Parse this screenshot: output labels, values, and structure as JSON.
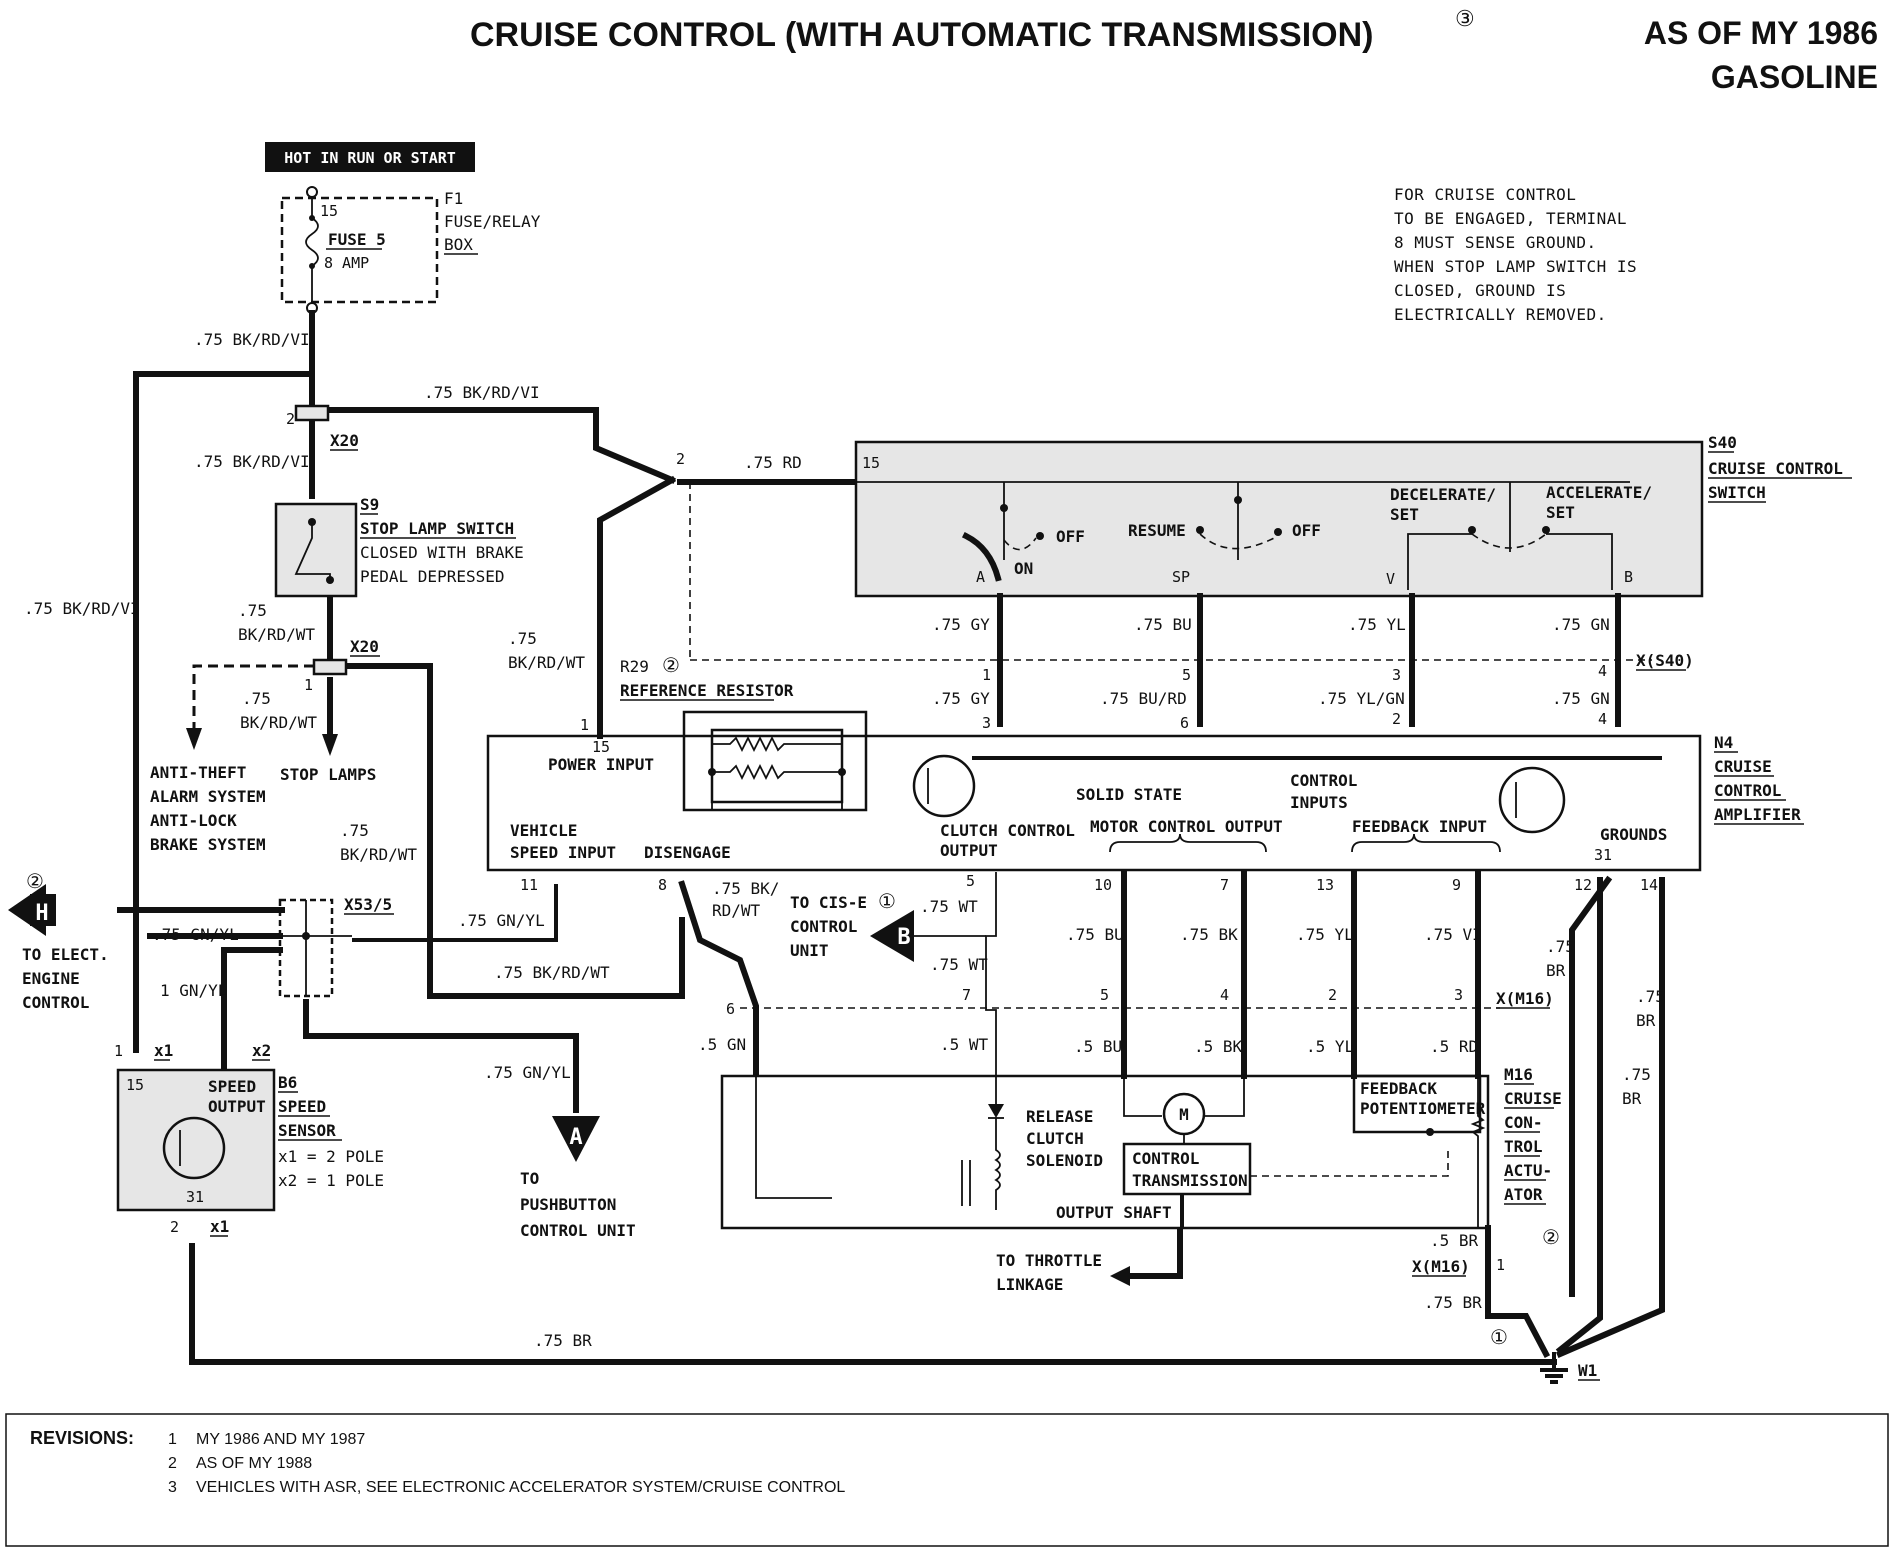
{
  "header": {
    "title": "CRUISE CONTROL (WITH AUTOMATIC TRANSMISSION)",
    "title_note": "③",
    "model_year": "AS OF MY 1986",
    "engine": "GASOLINE"
  },
  "power": {
    "hot_label": "HOT IN RUN OR START",
    "fuse_terminal": "15",
    "fuse_name": "FUSE 5",
    "fuse_rating": "8 AMP",
    "f1_code": "F1",
    "f1_name1": "FUSE/RELAY",
    "f1_name2": "BOX"
  },
  "note": {
    "lines": [
      "FOR CRUISE CONTROL",
      "TO BE ENGAGED, TERMINAL",
      "8 MUST SENSE GROUND.",
      "WHEN STOP LAMP SWITCH IS",
      "CLOSED, GROUND IS",
      "ELECTRICALLY REMOVED."
    ]
  },
  "wires": {
    "w_bkrdvi_top": ".75 BK/RD/VI",
    "w_bkrdvi_right": ".75 BK/RD/VI",
    "w_bkrdvi_down": ".75 BK/RD/VI",
    "w_bkrdvi_left": ".75 BK/RD/VI",
    "w_rd": ".75 RD",
    "w_bkrdwt_1a": ".75",
    "w_bkrdwt_1b": "BK/RD/WT",
    "w_bkrdwt_2a": ".75",
    "w_bkrdwt_2b": "BK/RD/WT",
    "w_bkrdwt_3a": ".75",
    "w_bkrdwt_3b": "BK/RD/WT",
    "w_bkrdwt_4a": ".75",
    "w_bkrdwt_4b": "BK/RD/WT",
    "w_bkrdwt_5": ".75 BK/RD/WT",
    "w_gnyl_left": ".75 GN/YL",
    "w_gnyl_mid": ".75 GN/YL",
    "w_gnyl_down": ".75 GN/YL",
    "w_1gnyl": "1 GN/YL",
    "w_gy_top": ".75 GY",
    "w_gy_bot": ".75 GY",
    "w_bu_top": ".75 BU",
    "w_burd": ".75 BU/RD",
    "w_yl_top": ".75 YL",
    "w_ylgn": ".75 YL/GN",
    "w_gn_top": ".75 GN",
    "w_gn_bot": ".75 GN",
    "w_bkrdwt_8a": ".75 BK/",
    "w_bkrdwt_8b": "RD/WT",
    "w_wt_a": ".75 WT",
    "w_wt_b": ".75 WT",
    "w_bu_mid": ".75 BU",
    "w_bk_mid": ".75 BK",
    "w_yl_mid": ".75 YL",
    "w_vi_mid": ".75 VI",
    "w_5gn": ".5 GN",
    "w_5wt": ".5 WT",
    "w_5bu": ".5 BU",
    "w_5bk": ".5 BK",
    "w_5yl": ".5 YL",
    "w_5rd": ".5 RD",
    "w_5br": ".5 BR",
    "w_75br_low": ".75 BR",
    "w_br1a": ".75",
    "w_br1b": "BR",
    "w_br2a": ".75",
    "w_br2b": "BR",
    "w_br3a": ".75",
    "w_br3b": "BR",
    "w_br_bottom": ".75 BR"
  },
  "connectors": {
    "x20_a": "X20",
    "x20_b": "X20",
    "x53": "X53/5",
    "xs40": "X(S40)",
    "xm16_a": "X(M16)",
    "xm16_b": "X(M16)",
    "x1_a": "x1",
    "x1_b": "x1",
    "x2": "x2",
    "w1": "W1"
  },
  "pins": {
    "p2_x20": "2",
    "p1_x20": "1",
    "p2_split": "2",
    "p1_n4": "1",
    "p15_n4": "15",
    "p1_xs40": "1",
    "p3_n4": "3",
    "p5_xs40": "5",
    "p6_n4": "6",
    "p3_xs40": "3",
    "p2_n4": "2",
    "p4_xs40": "4",
    "p4_n4": "4",
    "p11": "11",
    "p8": "8",
    "p5": "5",
    "p10": "10",
    "p7": "7",
    "p13": "13",
    "p9": "9",
    "p12": "12",
    "p14": "14",
    "p6_m16": "6",
    "p7_m16": "7",
    "p5_m16": "5",
    "p4_m16": "4",
    "p2_m16": "2",
    "p3_m16": "3",
    "p1_m16": "1",
    "p1_b6": "1",
    "p2_b6": "2",
    "p15_s40": "15",
    "p15_b6": "15",
    "p31_b6": "31",
    "p31_n4": "31"
  },
  "s9": {
    "code": "S9",
    "name": "STOP LAMP SWITCH",
    "desc1": "CLOSED WITH BRAKE",
    "desc2": "PEDAL DEPRESSED"
  },
  "s40": {
    "code": "S40",
    "name1": "CRUISE CONTROL",
    "name2": "SWITCH",
    "off1": "OFF",
    "on": "ON",
    "resume": "RESUME",
    "off2": "OFF",
    "decel1": "DECELERATE/",
    "decel2": "SET",
    "accel1": "ACCELERATE/",
    "accel2": "SET",
    "term_a": "A",
    "term_sp": "SP",
    "term_v": "V",
    "term_b": "B"
  },
  "r29": {
    "code": "R29",
    "mark": "②",
    "name": "REFERENCE RESISTOR"
  },
  "n4": {
    "code": "N4",
    "name1": "CRUISE",
    "name2": "CONTROL",
    "name3": "AMPLIFIER",
    "power_input": "POWER INPUT",
    "vehicle1": "VEHICLE",
    "vehicle2": "SPEED INPUT",
    "disengage": "DISENGAGE",
    "clutch1": "CLUTCH CONTROL",
    "clutch2": "OUTPUT",
    "solid_state": "SOLID STATE",
    "motor": "MOTOR CONTROL OUTPUT",
    "control1": "CONTROL",
    "control2": "INPUTS",
    "feedback": "FEEDBACK INPUT",
    "grounds": "GROUNDS"
  },
  "loads": {
    "anti_theft1": "ANTI-THEFT",
    "anti_theft2": "ALARM SYSTEM",
    "anti_lock1": "ANTI-LOCK",
    "anti_lock2": "BRAKE SYSTEM",
    "stop_lamps": "STOP LAMPS"
  },
  "h_conn": {
    "letter": "H",
    "mark": "②",
    "line1": "TO ELECT.",
    "line2": "ENGINE",
    "line3": "CONTROL"
  },
  "b_conn": {
    "letter": "B",
    "mark": "①",
    "line1": "TO CIS-E",
    "line2": "CONTROL",
    "line3": "UNIT"
  },
  "a_conn": {
    "letter": "A",
    "line1": "TO",
    "line2": "PUSHBUTTON",
    "line3": "CONTROL UNIT"
  },
  "b6": {
    "code": "B6",
    "name1": "SPEED",
    "name2": "SENSOR",
    "speed_out1": "SPEED",
    "speed_out2": "OUTPUT",
    "pole1": "x1 = 2 POLE",
    "pole2": "x2 = 1 POLE"
  },
  "m16": {
    "code": "M16",
    "name1": "CRUISE",
    "name2": "CON-",
    "name3": "TROL",
    "name4": "ACTU-",
    "name5": "ATOR",
    "release1": "RELEASE",
    "release2": "CLUTCH",
    "release3": "SOLENOID",
    "motor": "M",
    "ctrl1": "CONTROL",
    "ctrl2": "TRANSMISSION",
    "output_shaft": "OUTPUT SHAFT",
    "fb1": "FEEDBACK",
    "fb2": "POTENTIOMETER",
    "throttle1": "TO THROTTLE",
    "throttle2": "LINKAGE"
  },
  "ground": {
    "mark1": "②",
    "mark2": "①"
  },
  "revisions": {
    "heading": "REVISIONS:",
    "items": [
      {
        "num": "1",
        "text": "MY 1986 AND MY 1987"
      },
      {
        "num": "2",
        "text": "AS OF MY 1988"
      },
      {
        "num": "3",
        "text": "VEHICLES WITH ASR, SEE ELECTRONIC ACCELERATOR SYSTEM/CRUISE CONTROL"
      }
    ]
  }
}
